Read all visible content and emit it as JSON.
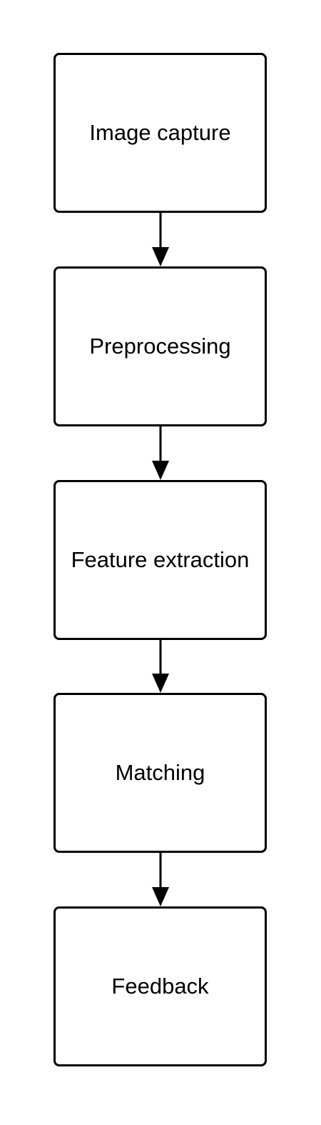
{
  "flowchart": {
    "steps": [
      {
        "label": "Image capture"
      },
      {
        "label": "Preprocessing"
      },
      {
        "label": "Feature extraction"
      },
      {
        "label": "Matching"
      },
      {
        "label": "Feedback"
      }
    ]
  },
  "colors": {
    "stroke": "#000000",
    "background": "#ffffff"
  }
}
